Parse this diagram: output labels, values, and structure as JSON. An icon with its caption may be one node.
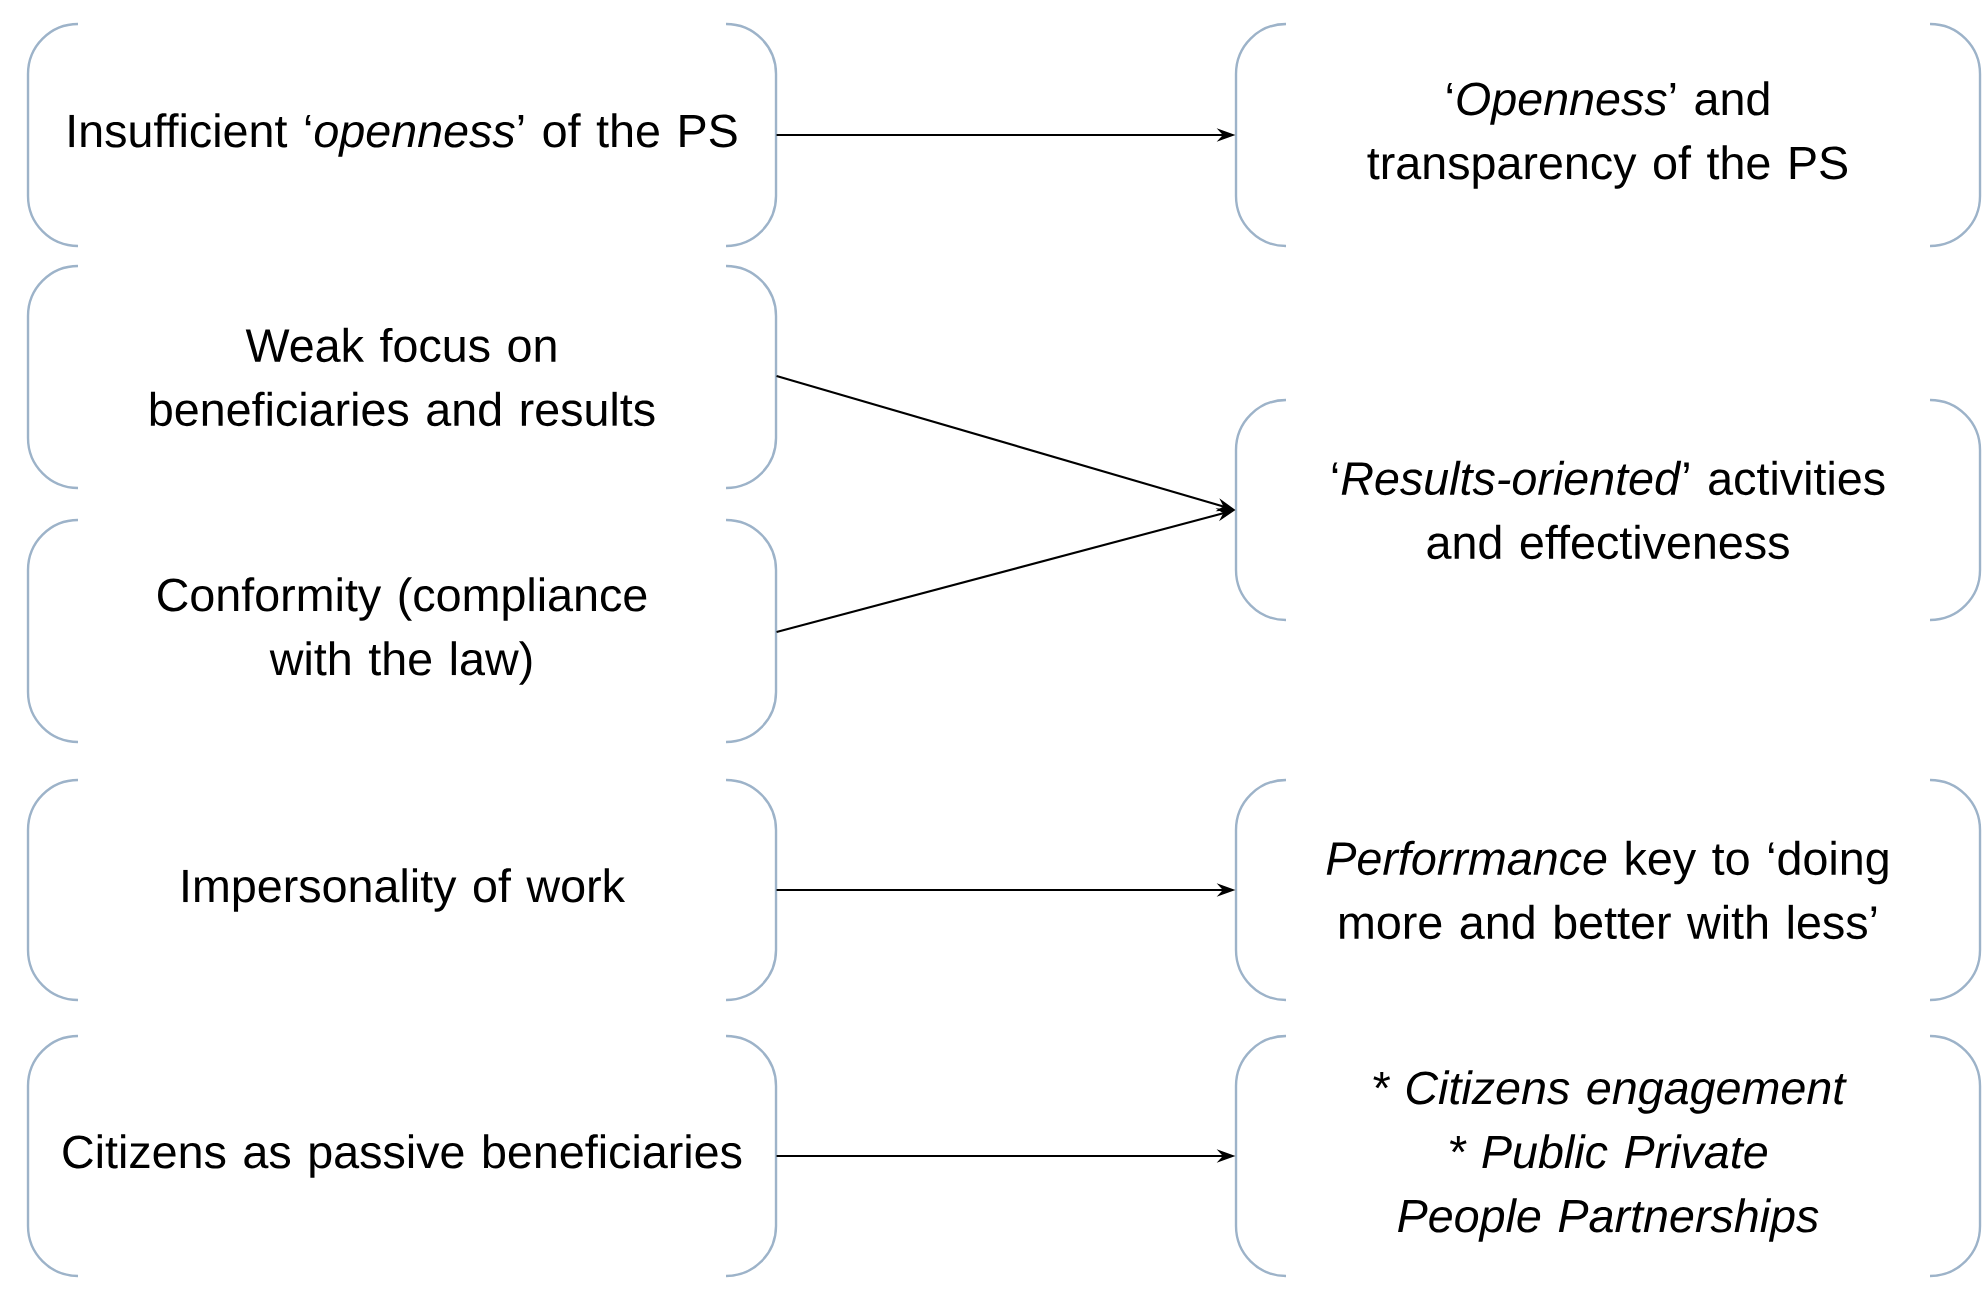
{
  "diagram": {
    "nodes": [
      {
        "text": [
          "Insufficient ‘*openness*’ of the PS"
        ]
      },
      {
        "text": [
          "Weak focus  on beneficiaries and results"
        ]
      },
      {
        "text": [
          "Conformity (compliance with the law)"
        ]
      },
      {
        "text": [
          "Impersonality of work"
        ]
      },
      {
        "text": [
          "Citizens as passive beneficiaries"
        ]
      },
      {
        "text": [
          "‘*Openness*’ and transparency of the PS"
        ]
      },
      {
        "text": [
          "‘*Results-oriented*’ activities and effectiveness"
        ]
      },
      {
        "text": [
          "*Perforrmance* key to ‘doing more and better with less’"
        ]
      },
      {
        "text": [
          "* Citizens engagement",
          "* Public Private People Partnerships"
        ]
      }
    ],
    "edges": [
      {
        "from": 0,
        "to": 5,
        "arrow": "to"
      },
      {
        "from": 1,
        "to": 6,
        "arrow": "to"
      },
      {
        "from": 2,
        "to": 6,
        "arrow": "to"
      },
      {
        "from": 3,
        "to": 7,
        "arrow": "to"
      },
      {
        "from": 4,
        "to": 8,
        "arrow": "to"
      }
    ]
  }
}
